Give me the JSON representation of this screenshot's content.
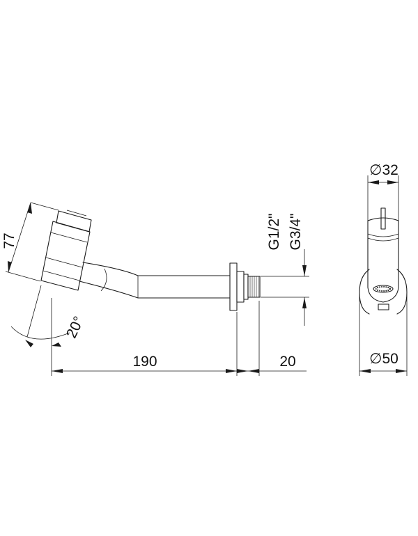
{
  "dimensions": {
    "height_tilted": "77",
    "angle": "20°",
    "length": "190",
    "thread_length": "20",
    "thread_small": "G1/2\"",
    "thread_large": "G3/4\"",
    "diameter_top": "∅32",
    "diameter_bottom": "∅50"
  }
}
